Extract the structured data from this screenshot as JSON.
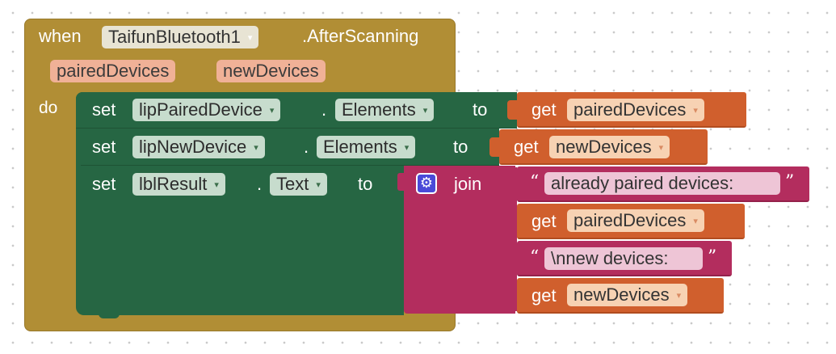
{
  "event": {
    "when_label": "when",
    "component": "TaifunBluetooth1",
    "event_name": ".AfterScanning",
    "params": [
      "pairedDevices",
      "newDevices"
    ],
    "do_label": "do"
  },
  "statements": [
    {
      "set_label": "set",
      "component": "lipPairedDevice",
      "dot": ".",
      "property": "Elements",
      "to_label": "to",
      "value": {
        "get_label": "get",
        "variable": "pairedDevices"
      }
    },
    {
      "set_label": "set",
      "component": "lipNewDevice",
      "dot": ".",
      "property": "Elements",
      "to_label": "to",
      "value": {
        "get_label": "get",
        "variable": "newDevices"
      }
    },
    {
      "set_label": "set",
      "component": "lblResult",
      "dot": ".",
      "property": "Text",
      "to_label": "to",
      "join": {
        "label": "join",
        "icon": "gear-icon",
        "items": [
          {
            "type": "text",
            "open_quote": "“",
            "close_quote": "”",
            "value": "already paired devices: "
          },
          {
            "type": "get",
            "get_label": "get",
            "variable": "pairedDevices"
          },
          {
            "type": "text",
            "open_quote": "“",
            "close_quote": "”",
            "value": "\\nnew devices: "
          },
          {
            "type": "get",
            "get_label": "get",
            "variable": "newDevices"
          }
        ]
      }
    }
  ],
  "colors": {
    "event": "#b18e35",
    "setter": "#266643",
    "getter": "#d05f2d",
    "text": "#b32d5e"
  },
  "dropdown_arrow": "▾"
}
